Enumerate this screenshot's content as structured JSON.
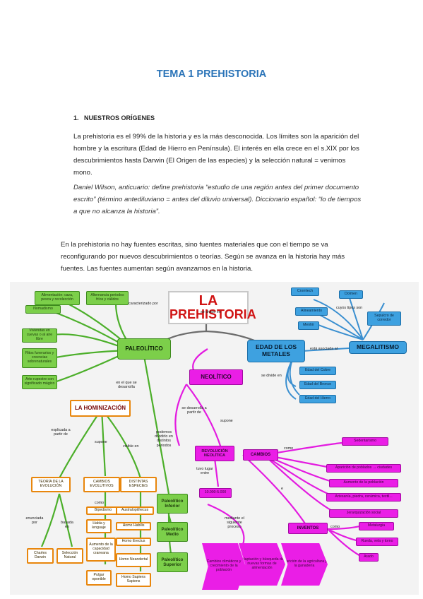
{
  "title": "TEMA 1 PREHISTORIA",
  "section_heading": "1.   NUESTROS ORÍGENES",
  "para1": "La prehistoria es el 99% de la historia y es la más desconocida. Los límites son la aparición del hombre y la escritura (Edad de Hierro en Península). El interés en ella crece en el s.XIX por los descubrimientos hasta Darwin (El Origen de las especies) y la selección natural = venimos mono.",
  "quote": "Daniel Wilson, anticuario: define prehistoria “estudio de una región antes del primer documento escrito” (término antediluviano = antes del diluvio universal). Diccionario español: “lo de tiempos a que no alcanza la historia”.",
  "para2": "En la prehistoria no hay fuentes escritas, sino fuentes materiales  que con el tiempo se va reconfigurando por nuevos descubrimientos o teorías. Según se avanza en la historia hay más fuentes. Las fuentes aumentan según avanzamos en la historia.",
  "map": {
    "main_title_1": "LA",
    "main_title_2": "PREHISTORIA",
    "se_divide_en": "se divide en",
    "caracterizado_por": "caracterizado por",
    "paleolitico": "PALEOLÍTICO",
    "paleo_traits": [
      "Alimentación: caza, pesca y recolección",
      "Alternancia periodos fríos y cálidos",
      "Nomadismo",
      "Viviendas en cuevas o al aire libre",
      "Ritos funerarios y creencias sobrenaturales",
      "Arte rupestre con significado mágico"
    ],
    "en_el_que_se_desarrolla": "en el que se desarrolla",
    "hominizacion": "LA HOMINIZACIÓN",
    "explicada_a_partir_de": "explicada a partir de",
    "supone": "supone",
    "visible_en": "visible en",
    "podemos_dividirlo": "podemos dividirlo en distintos periodos",
    "teoria": "TEORÍA DE LA EVOLUCIÓN",
    "cambios_evolutivos": "CAMBIOS EVOLUTIVOS",
    "distintas_especies": "DISTINTAS ESPECIES",
    "enunciada_por": "enunciada por",
    "basada_en": "basada en",
    "como": "como",
    "darwin": "Charles Darwin",
    "seleccion": "Selección Natural",
    "cambios_list": [
      "Bipedismo",
      "Habla y lenguaje",
      "Aumento de la capacidad craneana",
      "Pulgar oponible"
    ],
    "especies_list": [
      "Australopithecus",
      "Homo Habilis",
      "Homo Erectus",
      "Homo Neandertal",
      "Homo Sapiens Sapiens"
    ],
    "paleo_periods": [
      "Paleolítico Inferior",
      "Paleolítico Medio",
      "Paleolítico Superior"
    ],
    "neolitico": "NEOLÍTICO",
    "se_desarrolla_a_partir_de": "se desarrolla a partir de",
    "supone_n": "supone",
    "revolucion": "REVOLUCIÓN NEOLÍTICA",
    "tuvo_lugar_entre": "tuvo lugar entre",
    "fecha": "10.000-5.000",
    "mediante": "mediante el siguiente proceso",
    "process": [
      "Cambios climáticos y crecimiento de la población",
      "Adaptación y búsqueda de nuevas formas de alimentación",
      "Aparición de la agricultura y la ganadería"
    ],
    "cambios": "CAMBIOS",
    "como_c": "como",
    "cambios_neo": [
      "Sedentarismo",
      "Aparición de poblados → ciudades",
      "Aumento de la población",
      "Artesanía, piedra, cerámica, textil...",
      "Jerarquización social"
    ],
    "e": "e",
    "inventos": "INVENTOS",
    "como_i": "como",
    "inventos_list": [
      "Metalurgia",
      "Rueda, vela y torno",
      "Arado"
    ],
    "edad_metales": "EDAD DE LOS METALES",
    "esta_asociada_al": "está asociada al",
    "megalitismo": "MEGALITISMO",
    "cuyos_tipos_son": "cuyos tipos son",
    "megalitos": [
      "Cromlech",
      "Dolmen",
      "Alineamiento",
      "Menhir",
      "Sepulcro de corredor"
    ],
    "se_divide_en_m": "se divide en",
    "edades": [
      "Edad del Cobre",
      "Edad del Bronce",
      "Edad del Hierro"
    ]
  }
}
